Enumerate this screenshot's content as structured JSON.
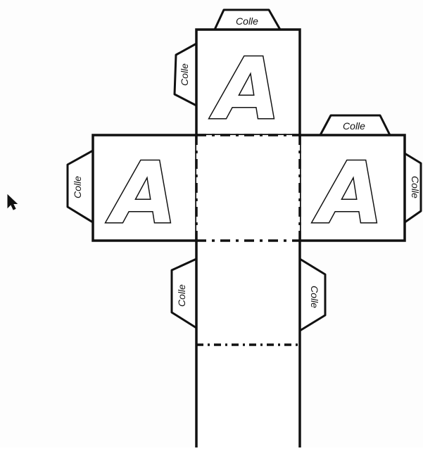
{
  "net": {
    "faces": {
      "top_letter": "A",
      "left_letter": "A",
      "right_letter": "A",
      "center_letter": "",
      "lower_letter": "",
      "bottom_letter": ""
    },
    "flaps": {
      "top": "Colle",
      "top_left": "Colle",
      "right_top": "Colle",
      "left": "Colle",
      "right": "Colle",
      "lower_left": "Colle",
      "lower_right": "Colle"
    }
  },
  "colors": {
    "line": "#111111",
    "paper": "#fdfdfd"
  },
  "icons": {
    "cursor": "mouse-pointer-icon"
  }
}
